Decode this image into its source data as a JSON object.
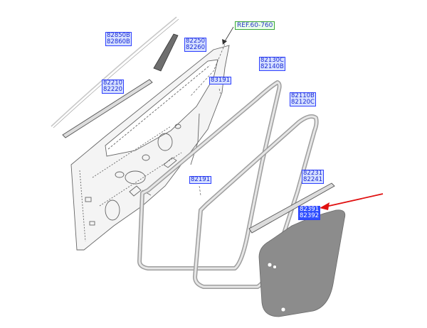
{
  "ref_label": "REF.60-760",
  "callouts": {
    "part_82850": {
      "top": "82850B",
      "bottom": "82860B"
    },
    "part_82250": {
      "top": "82250",
      "bottom": "82260"
    },
    "part_82210": {
      "top": "82210",
      "bottom": "82220"
    },
    "part_83191": {
      "top": "83191"
    },
    "part_82130": {
      "top": "82130C",
      "bottom": "82140B"
    },
    "part_82110": {
      "top": "82110B",
      "bottom": "82120C"
    },
    "part_82191": {
      "top": "82191"
    },
    "part_82231": {
      "top": "82231",
      "bottom": "82241"
    },
    "part_82391": {
      "top": "82391",
      "bottom": "82392"
    }
  },
  "colors": {
    "label_fill": "#d6e0ff",
    "label_border": "#2e40ff",
    "label_text": "#1a2bd6",
    "highlight_fill": "#3050ff",
    "arrow": "#e01010",
    "vapor_barrier": "#8c8c8c"
  },
  "highlighted_part": "part_82391"
}
